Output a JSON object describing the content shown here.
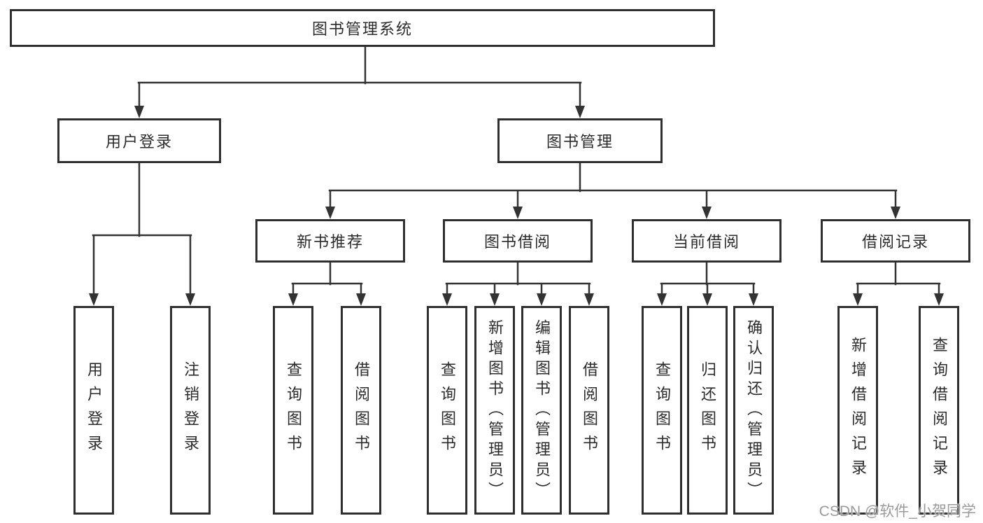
{
  "diagram": {
    "root": {
      "label": "图书管理系统"
    },
    "branches": [
      {
        "label": "用户登录",
        "children": [
          "用户登录",
          "注销登录"
        ]
      },
      {
        "label": "图书管理",
        "sections": [
          {
            "label": "新书推荐",
            "children": [
              "查询图书",
              "借阅图书"
            ]
          },
          {
            "label": "图书借阅",
            "children": [
              "查询图书",
              "新增图书（管理员）",
              "编辑图书（管理员）",
              "借阅图书"
            ]
          },
          {
            "label": "当前借阅",
            "children": [
              "查询图书",
              "归还图书",
              "确认归还（管理员）"
            ]
          },
          {
            "label": "借阅记录",
            "children": [
              "新增借阅记录",
              "查询借阅记录"
            ]
          }
        ]
      }
    ]
  },
  "watermark": {
    "text": "CSDN @软件_小贺同学",
    "color": "#9a9a9a"
  },
  "colors": {
    "line": "#333333",
    "box_border": "#2f2f2f",
    "box_fill": "#ffffff",
    "text": "#2b2b2b",
    "background": "#ffffff"
  }
}
